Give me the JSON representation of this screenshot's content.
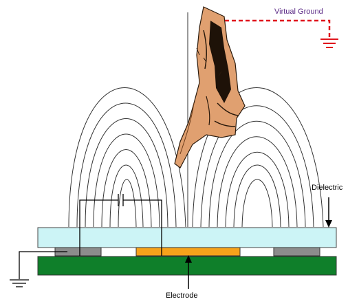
{
  "labels": {
    "virtual_ground": "Virtual Ground",
    "dielectric": "Dielectric",
    "electrode": "Electrode"
  },
  "colors": {
    "dielectric": "#ccf4f6",
    "pcb": "#0f7f2a",
    "electrode": "#f7a21b",
    "ground_pads": "#8c8c8c",
    "virtual_ground_wire": "#e0141c",
    "virtual_ground_text": "#5b2a86",
    "field_lines": "#333333",
    "hand_skin": "#e0a070",
    "hand_shadow": "#1e1208"
  },
  "icons": {
    "hand": "pointing-hand-icon",
    "virtual_ground_symbol": "ground-icon",
    "pcb_ground_symbol": "ground-icon",
    "capacitor": "capacitor-icon"
  }
}
